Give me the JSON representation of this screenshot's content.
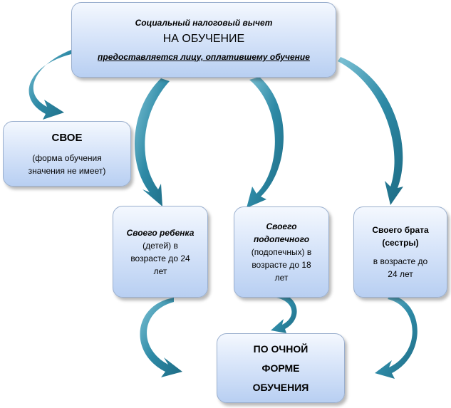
{
  "top": {
    "line1": "Социальный налоговый вычет",
    "line2": "НА ОБУЧЕНИЕ",
    "line3": "предоставляется лицу, оплатившему обучение"
  },
  "own": {
    "title": "СВОЕ",
    "line1": "(форма обучения",
    "line2": "значения не имеет)"
  },
  "child": {
    "line1": "Своего ребенка",
    "line2": "(детей) в",
    "line3": "возрасте до 24",
    "line4": "лет"
  },
  "ward": {
    "line1": "Своего",
    "line2": "подопечного",
    "line3": "(подопечных) в",
    "line4": "возрасте до 18",
    "line5": "лет"
  },
  "sibling": {
    "line1": "Своего брата",
    "line2": "(сестры)",
    "line3": "в возрасте до",
    "line4": "24 лет"
  },
  "fulltime": {
    "line1": "ПО ОЧНОЙ",
    "line2": "ФОРМЕ",
    "line3": "ОБУЧЕНИЯ"
  },
  "colors": {
    "arrow": "#2e8aa6",
    "arrow_dark": "#1d6b84",
    "box_top": "#f4f8fe",
    "box_bottom": "#b8cff2",
    "box_border": "#9aafce"
  }
}
